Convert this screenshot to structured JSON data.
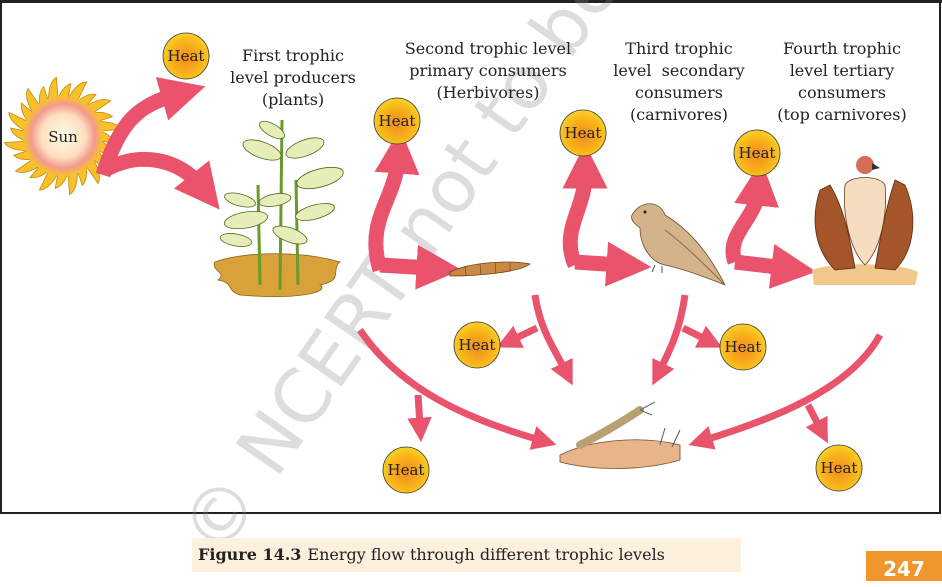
{
  "figure": {
    "sun_label": "Sun",
    "heat_label": "Heat",
    "levels": [
      {
        "lines": [
          "First trophic",
          "level producers",
          "(plants)"
        ]
      },
      {
        "lines": [
          "Second trophic level",
          "primary consumers",
          "(Herbivores)"
        ]
      },
      {
        "lines": [
          "Third trophic",
          "level  secondary",
          "consumers",
          "(carnivores)"
        ]
      },
      {
        "lines": [
          "Fourth trophic",
          "level tertiary",
          "consumers",
          "(top carnivores)"
        ]
      }
    ],
    "watermark": "© NCERT not to be republished"
  },
  "caption": {
    "number": "Figure 14.3",
    "text": "Energy flow through different trophic levels"
  },
  "page_number": "247",
  "colors": {
    "arrow": "#e9536c",
    "heat": "#f7b21c",
    "caption_bg": "#fdf0dd",
    "page_tab": "#f0962a"
  }
}
